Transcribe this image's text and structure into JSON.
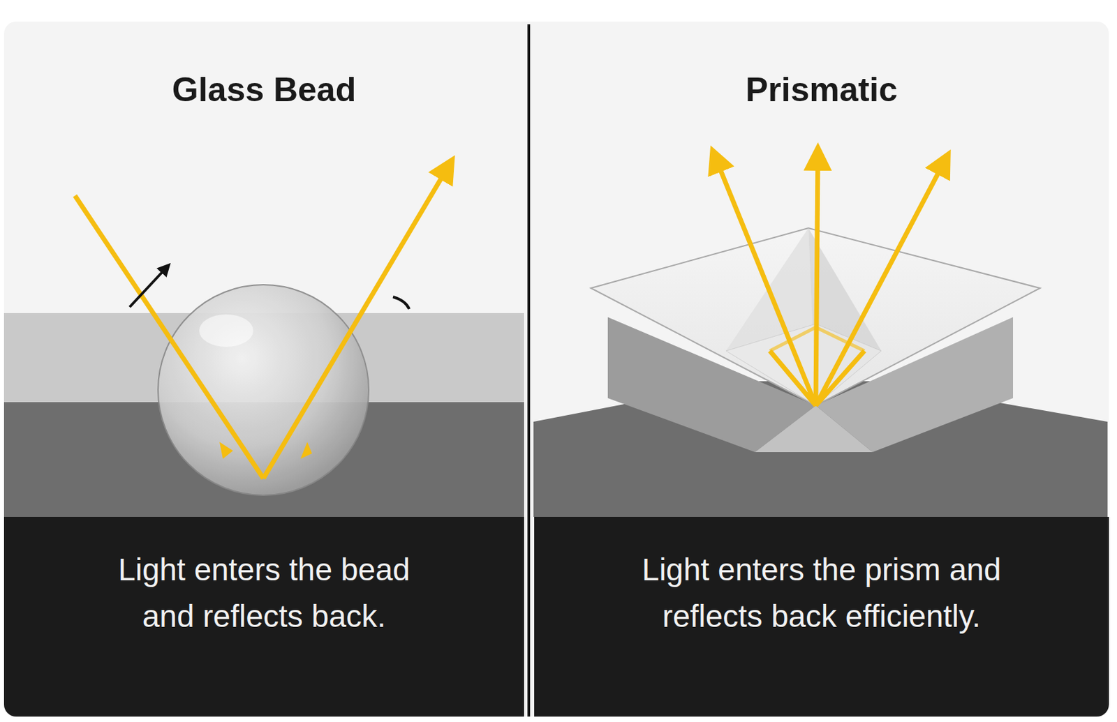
{
  "diagram": {
    "nodes": [
      {
        "text": [
          "Glass Bead"
        ]
      },
      {
        "text": [
          "Light enters the bead and reflects back."
        ],
        "in": 0
      },
      {
        "text": [
          "Prismatic"
        ]
      },
      {
        "text": [
          "Light enters the prism and reflects back efficiently."
        ],
        "in": 2
      }
    ]
  }
}
